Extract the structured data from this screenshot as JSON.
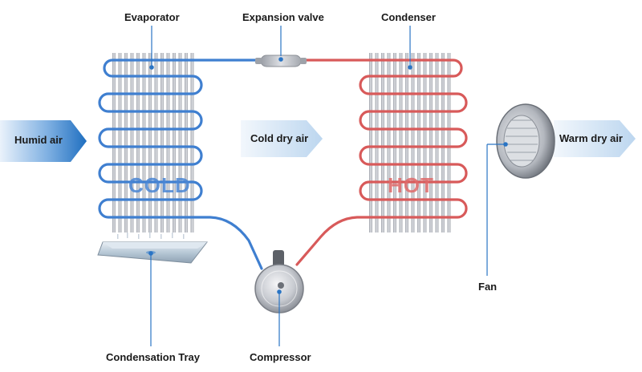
{
  "labels": {
    "evaporator": "Evaporator",
    "expansion_valve": "Expansion valve",
    "condenser": "Condenser",
    "humid_air": "Humid air",
    "cold_dry_air": "Cold dry air",
    "warm_dry_air": "Warm dry air",
    "cold": "COLD",
    "hot": "HOT",
    "fan": "Fan",
    "condensation_tray": "Condensation Tray",
    "compressor": "Compressor"
  },
  "colors": {
    "cold_pipe": "#3f7fd0",
    "hot_pipe": "#d85a5a",
    "fin": "#b9bcc2",
    "arrow_blue": "#1f6fc0",
    "arrow_light": "#dce9f6",
    "leader_line": "#2a74c4",
    "cold_text": "#4a86d4",
    "hot_text": "#e06a6a"
  },
  "icons": [
    "evaporator-coil",
    "condenser-coil",
    "expansion-valve-icon",
    "compressor-icon",
    "fan-icon",
    "tray-icon"
  ]
}
